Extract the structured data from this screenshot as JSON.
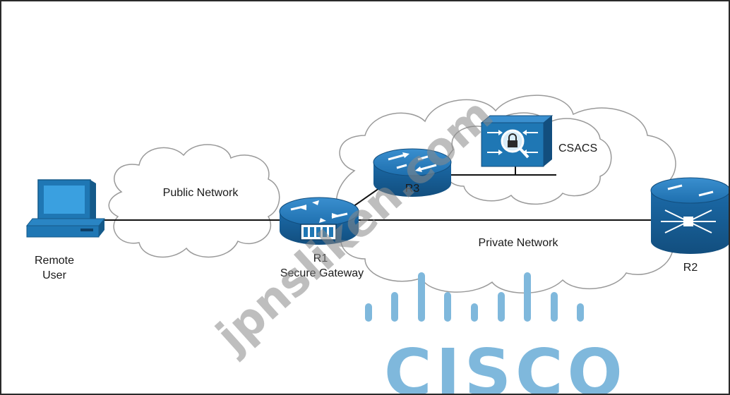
{
  "nodes": {
    "remote_user": {
      "line1": "Remote",
      "line2": "User"
    },
    "r1": {
      "name": "R1",
      "role": "Secure Gateway"
    },
    "r3": {
      "name": "R3"
    },
    "csacs": {
      "name": "CSACS"
    },
    "r2": {
      "name": "R2"
    }
  },
  "clouds": {
    "public": "Public Network",
    "private": "Private Network"
  },
  "watermark": "jpnsliken.com",
  "logo": {
    "word": "CISCO"
  },
  "colors": {
    "device_blue": "#1f77b4",
    "device_dark": "#155a8a",
    "cloud_stroke": "#9a9a9a",
    "logo_blue": "#7fb8dc"
  }
}
